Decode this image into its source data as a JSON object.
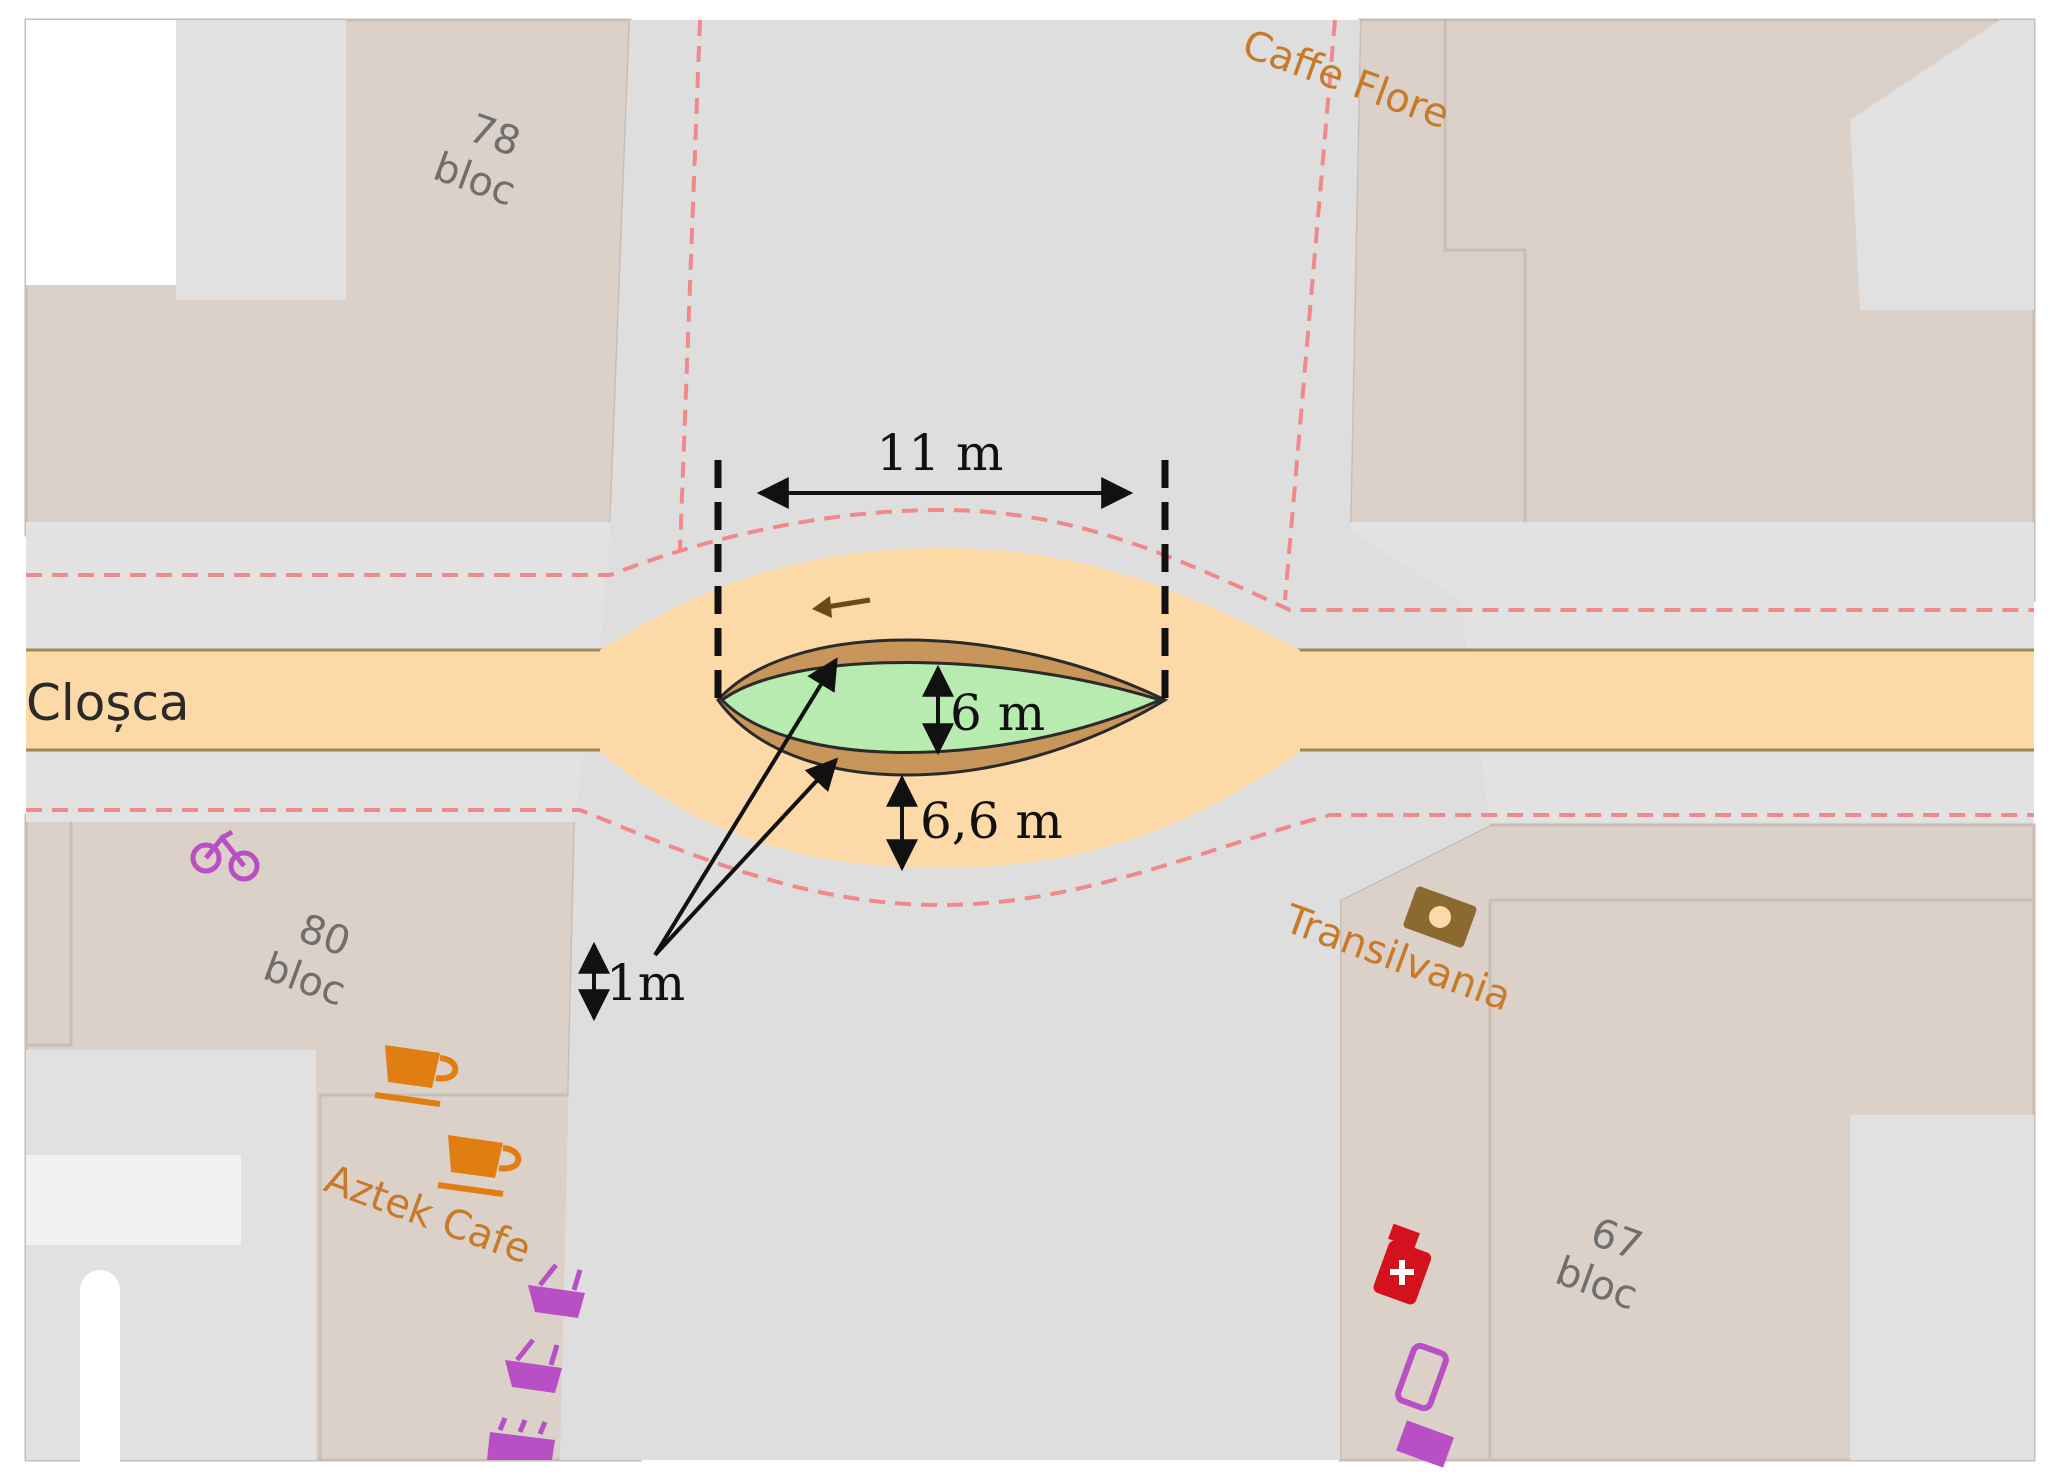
{
  "map": {
    "street_name": "Cloșca",
    "building_labels": [
      {
        "number": "78",
        "type": "bloc"
      },
      {
        "number": "80",
        "type": "bloc"
      },
      {
        "number": "67",
        "type": "bloc"
      }
    ],
    "poi_labels": {
      "cafe_top": "Caffe Flore",
      "transilvania": "Transilvania",
      "aztek": "Aztek Cafe"
    },
    "icons": [
      "bicycle-icon",
      "cafe-cup-icon",
      "shopping-basket-icon",
      "bank-icon",
      "pharmacy-icon",
      "mobile-phone-icon"
    ],
    "colors": {
      "building": "#dcd1c9",
      "land": "#e3e2e2",
      "road": "#dededf",
      "main_road": "#fdd9a8",
      "island_green": "#b8ebaf",
      "island_border": "#c8955a",
      "footway": "#f08a8a",
      "poi_text": "#c77a2a",
      "shop_icon": "#b84fc4",
      "pharmacy": "#d4121e"
    }
  },
  "annotations": {
    "width_label": "11 m",
    "island_width_label": "6 m",
    "lane_label": "6,6 m",
    "border_label": "1m"
  }
}
